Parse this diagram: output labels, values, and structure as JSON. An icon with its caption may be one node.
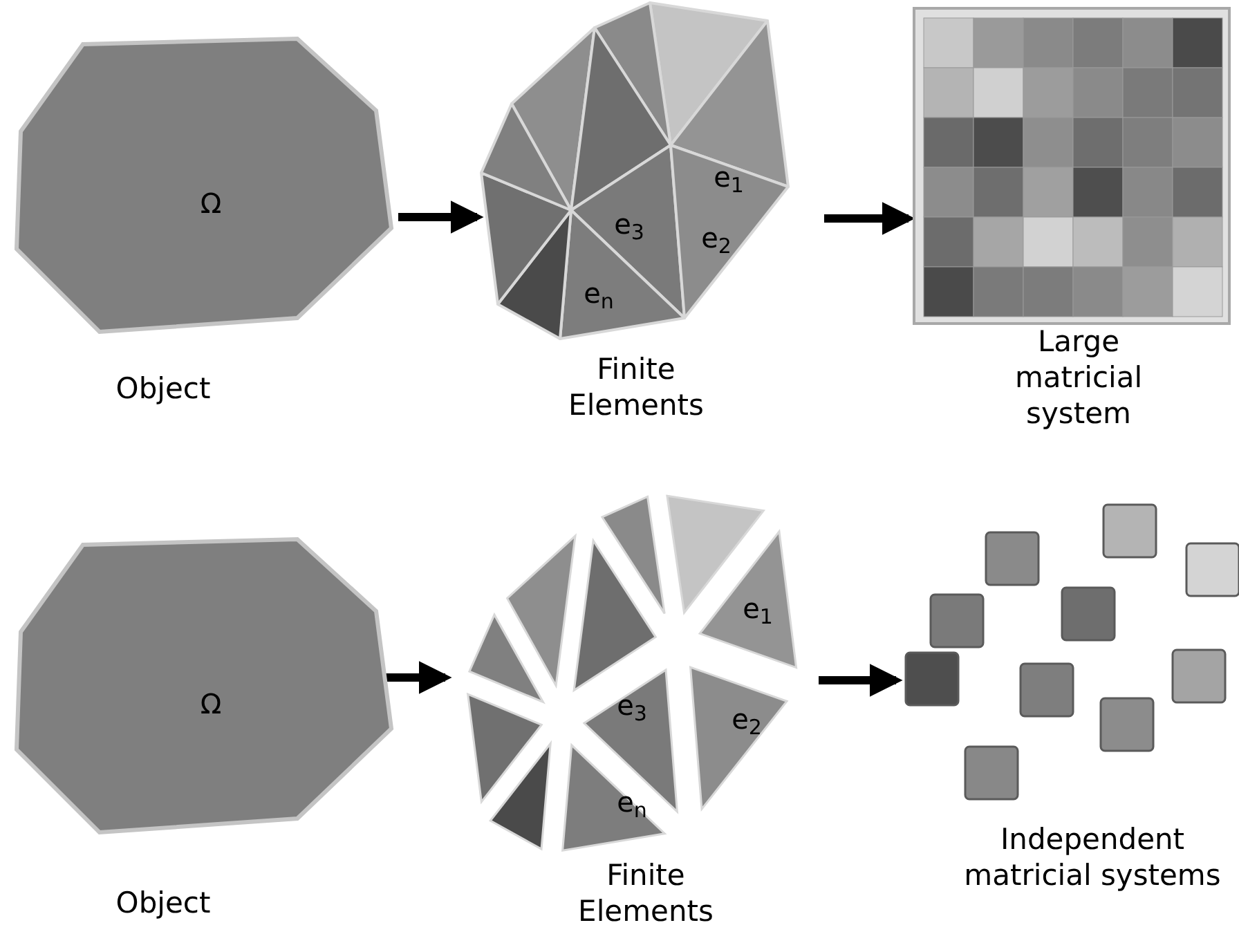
{
  "diagram": {
    "nodes": [
      {
        "text": [
          "Ω"
        ],
        "beside": [
          "Object"
        ]
      },
      {
        "text": [
          "e$_{1}$",
          "e$_{3}$",
          "e$_{2}$",
          "e$_{n}$"
        ],
        "beside": [
          "Finite Elements"
        ]
      },
      {
        "text": [],
        "shape": "picture",
        "beside": [
          "Large matricial system"
        ]
      },
      {
        "text": [
          "Ω"
        ],
        "beside": [
          "Object"
        ]
      },
      {
        "text": [
          "e$_{1}$",
          "e$_{3}$",
          "e$_{2}$",
          "e$_{n}$"
        ],
        "beside": [
          "Finite Elements"
        ]
      },
      {
        "text": [],
        "shape": "picture",
        "beside": [
          "Independent matricial systems"
        ]
      }
    ],
    "edges": [
      {
        "from": 0,
        "to": 1,
        "arrow": "to"
      },
      {
        "from": 1,
        "to": 2,
        "arrow": "to"
      },
      {
        "from": 3,
        "to": 4,
        "arrow": "to"
      },
      {
        "from": 4,
        "to": 5,
        "arrow": "to"
      }
    ]
  }
}
